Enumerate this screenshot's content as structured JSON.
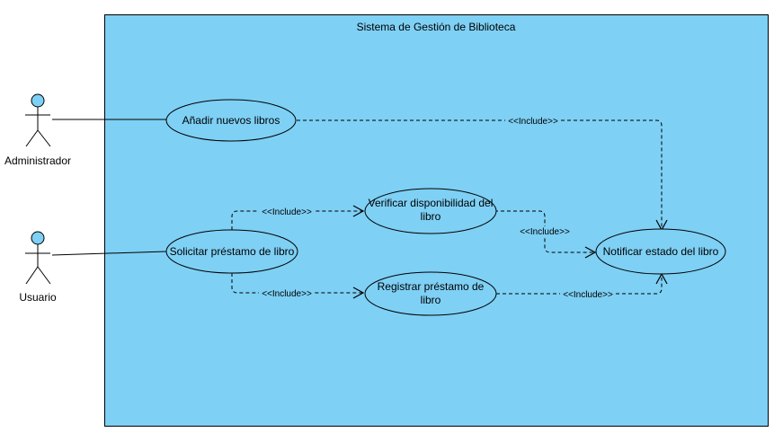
{
  "system": {
    "title": "Sistema de Gestión de Biblioteca"
  },
  "actors": {
    "admin": {
      "label": "Administrador"
    },
    "user": {
      "label": "Usuario"
    }
  },
  "use_cases": {
    "add_books": {
      "label": "Añadir nuevos libros"
    },
    "request_loan": {
      "label": "Solicitar préstamo de libro"
    },
    "verify": {
      "line1": "Verificar disponibilidad del",
      "line2": "libro"
    },
    "register": {
      "line1": "Registrar préstamo de",
      "line2": "libro"
    },
    "notify": {
      "label": "Notificar estado del libro"
    }
  },
  "relations": {
    "include": "<<Include>>"
  },
  "colors": {
    "system_fill": "#7ed0f5",
    "actor_head": "#7ed0f5",
    "line": "#000000"
  }
}
